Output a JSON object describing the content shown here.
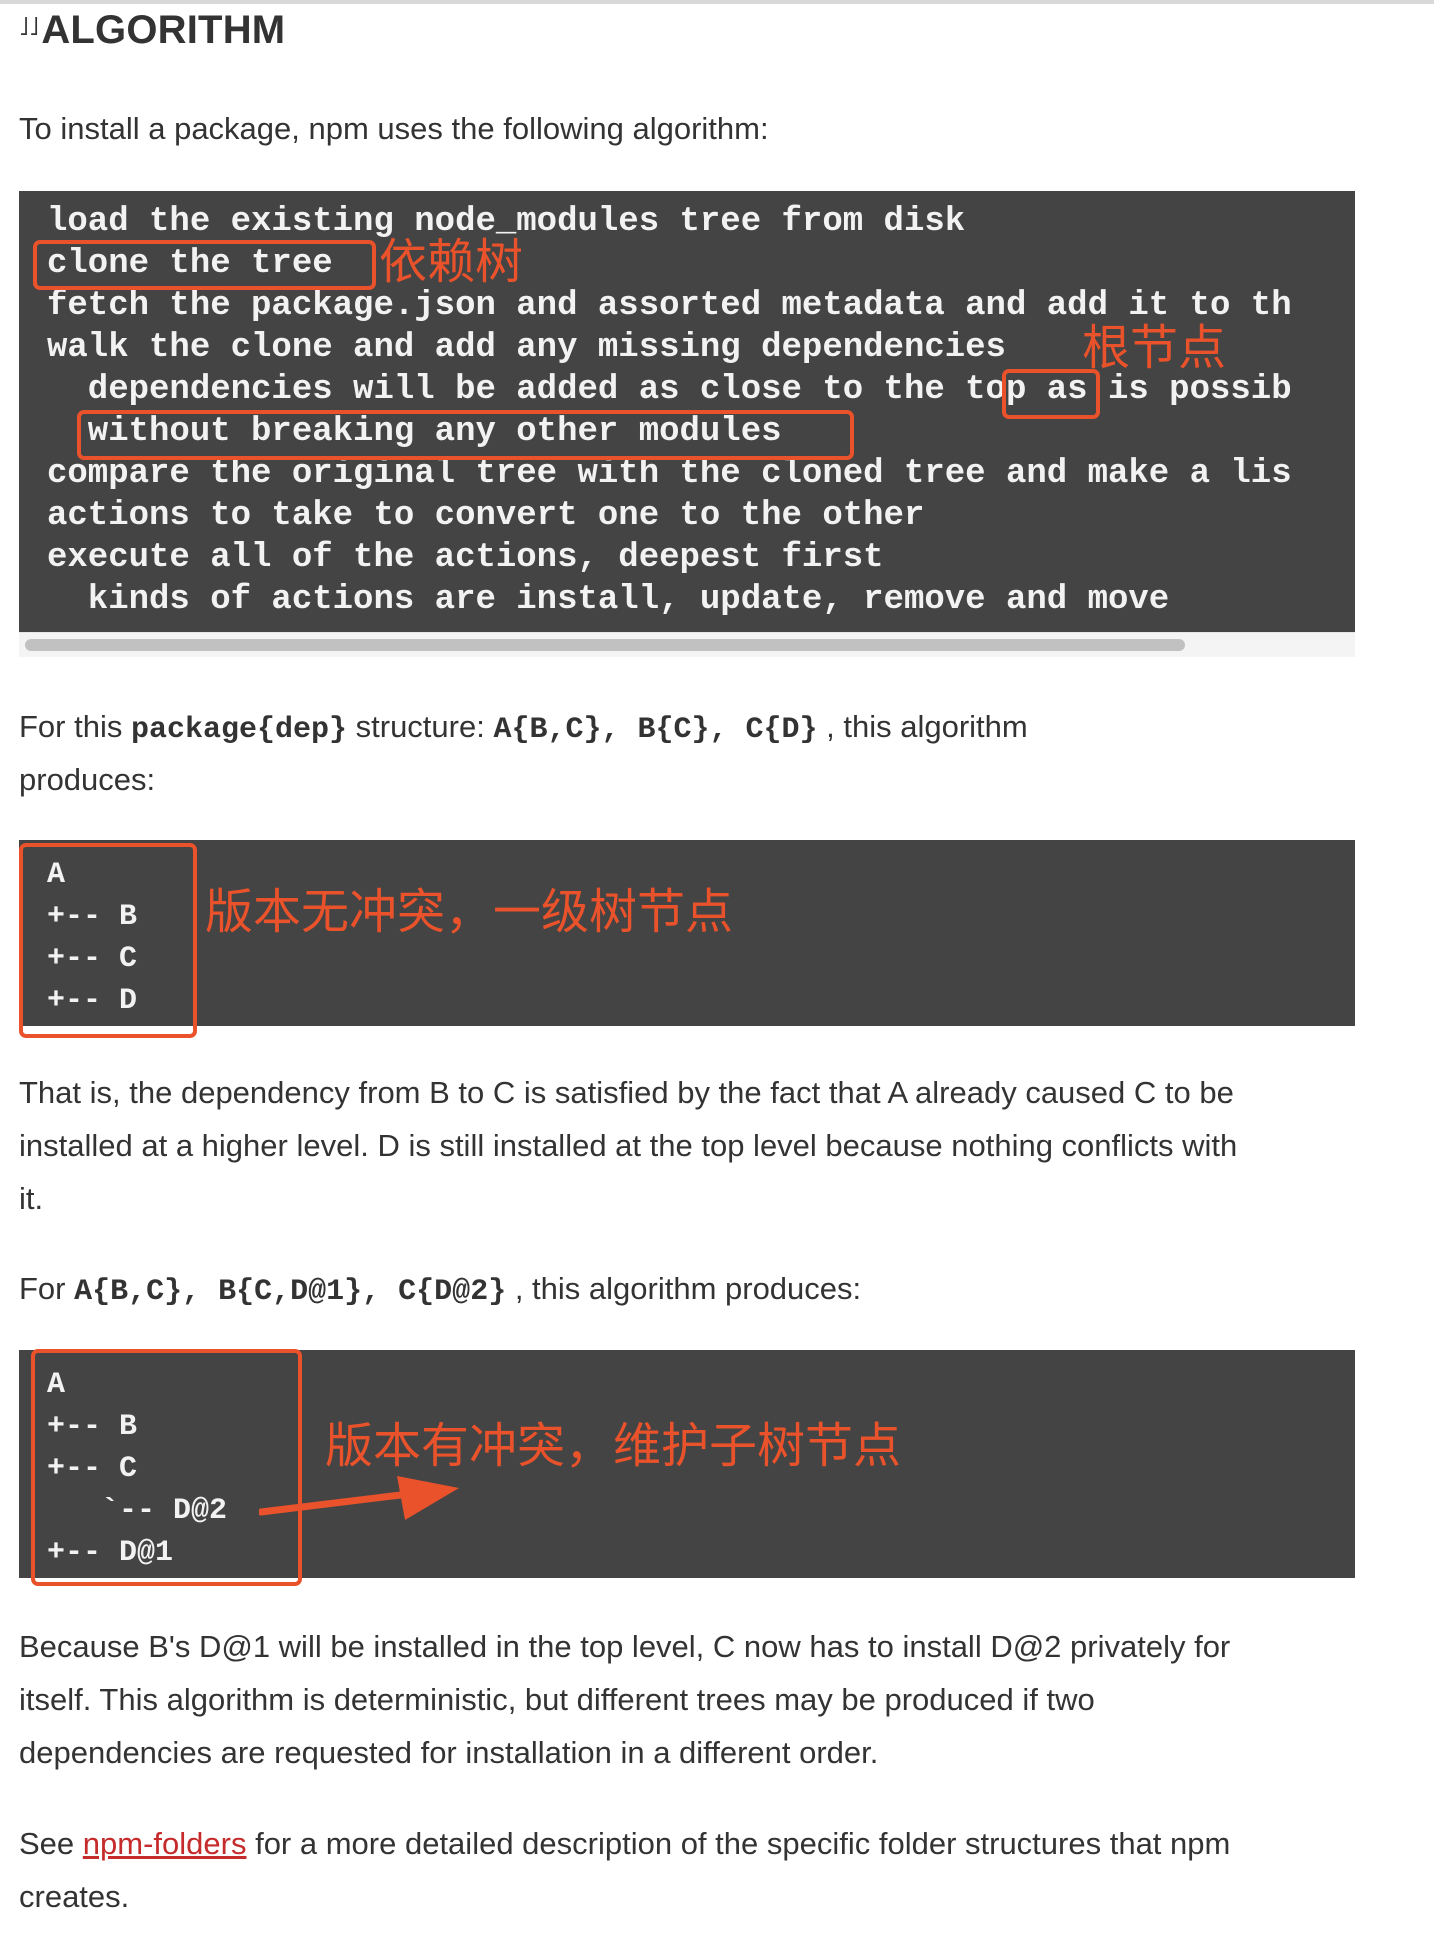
{
  "heading": {
    "icon": "link-icon",
    "title": "ALGORITHM"
  },
  "intro": "To install a package, npm uses the following algorithm:",
  "algorithm_code": [
    "load the existing node_modules tree from disk",
    "clone the tree",
    "fetch the package.json and assorted metadata and add it to th",
    "walk the clone and add any missing dependencies",
    "  dependencies will be added as close to the top as is possib",
    "  without breaking any other modules",
    "compare the original tree with the cloned tree and make a lis",
    "actions to take to convert one to the other",
    "execute all of the actions, deepest first",
    "  kinds of actions are install, update, remove and move"
  ],
  "annotations": {
    "dependency_tree": "依赖树",
    "root_node": "根节点",
    "no_conflict": "版本无冲突，一级树节点",
    "conflict": "版本有冲突，维护子树节点"
  },
  "example1": {
    "line1_prefix": "For this ",
    "line1_code1": "package{dep}",
    "line1_mid": " structure: ",
    "line1_code2": "A{B,C}, B{C}, C{D}",
    "line1_suffix": " , this algorithm",
    "line2": "produces:"
  },
  "tree1": [
    "A",
    "+-- B",
    "+-- C",
    "+-- D"
  ],
  "explain1": [
    "That is, the dependency from B to C is satisfied by the fact that A already caused C to be",
    "installed at a higher level. D is still installed at the top level because nothing conflicts with",
    "it."
  ],
  "example2": {
    "prefix": "For ",
    "code": "A{B,C}, B{C,D@1}, C{D@2}",
    "suffix": " , this algorithm produces:"
  },
  "tree2": [
    "A",
    "+-- B",
    "+-- C",
    "   `-- D@2",
    "+-- D@1"
  ],
  "explain2": [
    "Because B's D@1 will be installed in the top level, C now has to install D@2 privately for",
    "itself. This algorithm is deterministic, but different trees may be produced if two",
    "dependencies are requested for installation in a different order."
  ],
  "see_also": {
    "prefix": "See ",
    "link": "npm-folders",
    "suffix": " for a more detailed description of the specific folder structures that npm",
    "line2": "creates."
  },
  "colors": {
    "annotation": "#e9522a",
    "code_bg": "#444444",
    "link": "#c52b2b"
  }
}
